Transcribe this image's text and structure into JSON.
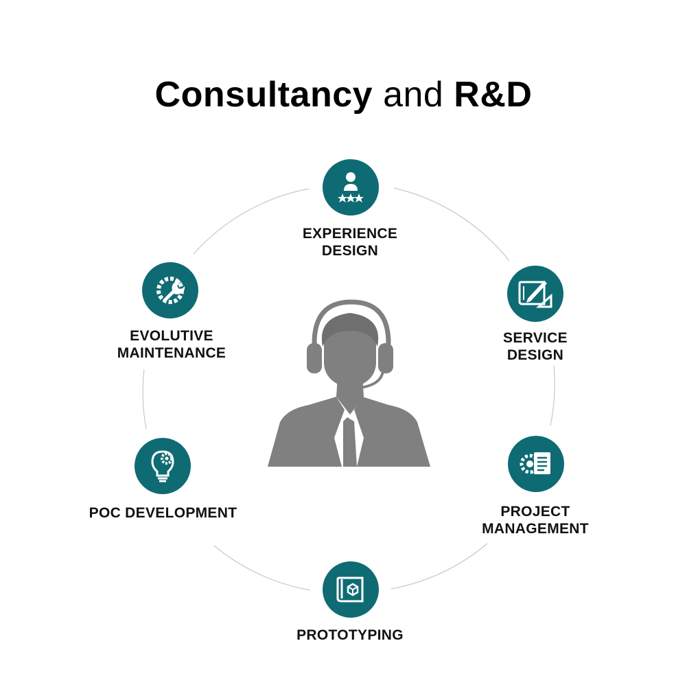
{
  "title": {
    "bold_left": "Consultancy",
    "light_middle": "and",
    "bold_right": "R&D"
  },
  "colors": {
    "accent": "#0f6b73",
    "figure": "#808080",
    "ring": "#c8c8c8",
    "text": "#111111"
  },
  "center_figure": {
    "icon": "support-agent-headset-icon"
  },
  "items": {
    "experience": {
      "icon": "user-rating-stars-icon",
      "line1": "EXPERIENCE",
      "line2": "DESIGN"
    },
    "service": {
      "icon": "blueprint-pencil-ruler-icon",
      "line1": "SERVICE",
      "line2": "DESIGN"
    },
    "project": {
      "icon": "gear-document-icon",
      "line1": "PROJECT",
      "line2": "MANAGEMENT"
    },
    "prototyping": {
      "icon": "blueprint-cube-icon",
      "line1": "PROTOTYPING"
    },
    "poc": {
      "icon": "lightbulb-gear-icon",
      "line1": "POC DEVELOPMENT"
    },
    "evolutive": {
      "icon": "wrench-gear-icon",
      "line1": "EVOLUTIVE",
      "line2": "MAINTENANCE"
    }
  }
}
